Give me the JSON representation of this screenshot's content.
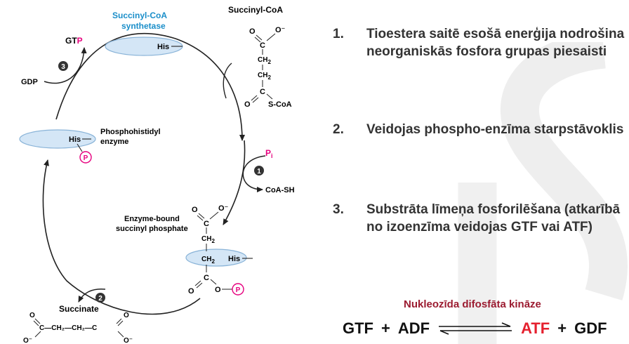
{
  "colors": {
    "enzyme_fill": "#d4e6f6",
    "enzyme_stroke": "#8ab4d8",
    "accent_blue": "#1a8ec9",
    "phospho_pink": "#e6007e",
    "kinase_red": "#9b1b30",
    "atp_red": "#e5202e",
    "watermark": "#e6e6e6"
  },
  "diagram": {
    "enzyme_name": "Succinyl-CoA synthetase",
    "enzyme_name_line1": "Succinyl-CoA",
    "enzyme_name_line2": "synthetase",
    "his": "His",
    "succinyl_coa_title": "Succinyl-CoA",
    "ch2": "CH",
    "sub2": "2",
    "c": "C",
    "o": "O",
    "o_minus": "O⁻",
    "s_coa": "S-CoA",
    "pi_p": "P",
    "pi_sub": "i",
    "coa_sh": "CoA-SH",
    "enzyme_bound_line1": "Enzyme-bound",
    "enzyme_bound_line2": "succinyl phosphate",
    "phosphohistidyl_line1": "Phosphohistidyl",
    "phosphohistidyl_line2": "enzyme",
    "p_circle": "P",
    "gtp_prefix": "GT",
    "gtp_p": "P",
    "gdp": "GDP",
    "succinate": "Succinate",
    "succinate_chain": "C—CH₂—CH₂—C",
    "step1": "1",
    "step2": "2",
    "step3": "3"
  },
  "steps": [
    {
      "number": "1.",
      "text": "Tioestera saitē esošā enerģija nodrošina neorganiskās fosfora grupas piesaisti"
    },
    {
      "number": "2.",
      "text": "Veidojas phospho-enzīma starpstāvoklis"
    },
    {
      "number": "3.",
      "text": "Substrāta līmeņa fosforilēšana (atkarībā no izoenzīma veidojas GTF vai ATF)"
    }
  ],
  "kinase_label": "Nukleozīda difosfāta kināze",
  "equation": {
    "left1": "GTF",
    "plus1": "+",
    "left2": "ADF",
    "right1": "ATF",
    "plus2": "+",
    "right2": "GDF"
  }
}
